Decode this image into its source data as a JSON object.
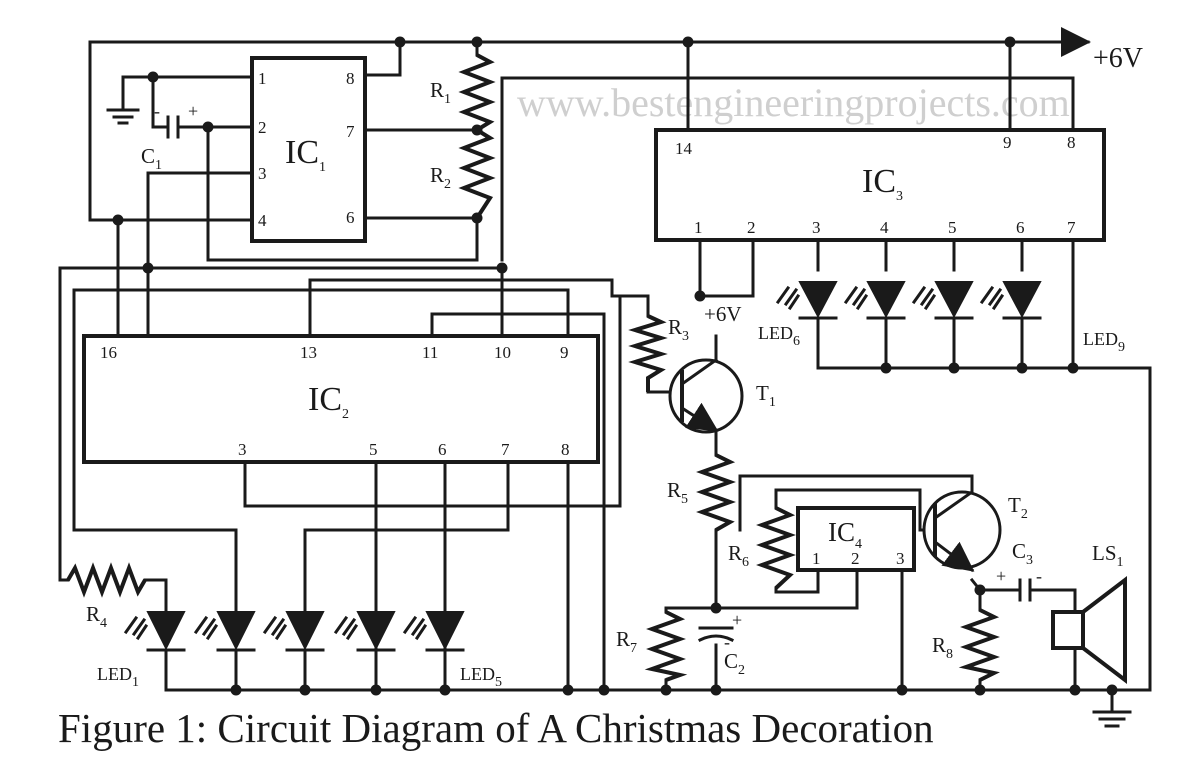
{
  "watermark": "www.bestengineeringprojects.com",
  "caption": "Figure 1: Circuit Diagram of A Christmas Decoration",
  "supply": {
    "main": "+6V",
    "t1": "+6V"
  },
  "ics": {
    "ic1": {
      "name": "IC",
      "sub": "1",
      "pins": [
        "1",
        "2",
        "3",
        "4",
        "8",
        "7",
        "6"
      ]
    },
    "ic2": {
      "name": "IC",
      "sub": "2",
      "pins": [
        "16",
        "13",
        "11",
        "10",
        "9",
        "3",
        "5",
        "6",
        "7",
        "8"
      ]
    },
    "ic3": {
      "name": "IC",
      "sub": "3",
      "pins": [
        "14",
        "9",
        "8",
        "1",
        "2",
        "3",
        "4",
        "5",
        "6",
        "7"
      ]
    },
    "ic4": {
      "name": "IC",
      "sub": "4",
      "pins": [
        "1",
        "2",
        "3"
      ]
    }
  },
  "resistors": {
    "r1": {
      "name": "R",
      "sub": "1"
    },
    "r2": {
      "name": "R",
      "sub": "2"
    },
    "r3": {
      "name": "R",
      "sub": "3"
    },
    "r4": {
      "name": "R",
      "sub": "4"
    },
    "r5": {
      "name": "R",
      "sub": "5"
    },
    "r6": {
      "name": "R",
      "sub": "6"
    },
    "r7": {
      "name": "R",
      "sub": "7"
    },
    "r8": {
      "name": "R",
      "sub": "8"
    }
  },
  "capacitors": {
    "c1": {
      "name": "C",
      "sub": "1"
    },
    "c2": {
      "name": "C",
      "sub": "2"
    },
    "c3": {
      "name": "C",
      "sub": "3"
    }
  },
  "transistors": {
    "t1": {
      "name": "T",
      "sub": "1"
    },
    "t2": {
      "name": "T",
      "sub": "2"
    }
  },
  "leds": {
    "led1": {
      "name": "LED",
      "sub": "1"
    },
    "led5": {
      "name": "LED",
      "sub": "5"
    },
    "led6": {
      "name": "LED",
      "sub": "6"
    },
    "led9": {
      "name": "LED",
      "sub": "9"
    }
  },
  "speaker": {
    "name": "LS",
    "sub": "1"
  },
  "polarity": {
    "plus": "+",
    "minus": "-"
  }
}
